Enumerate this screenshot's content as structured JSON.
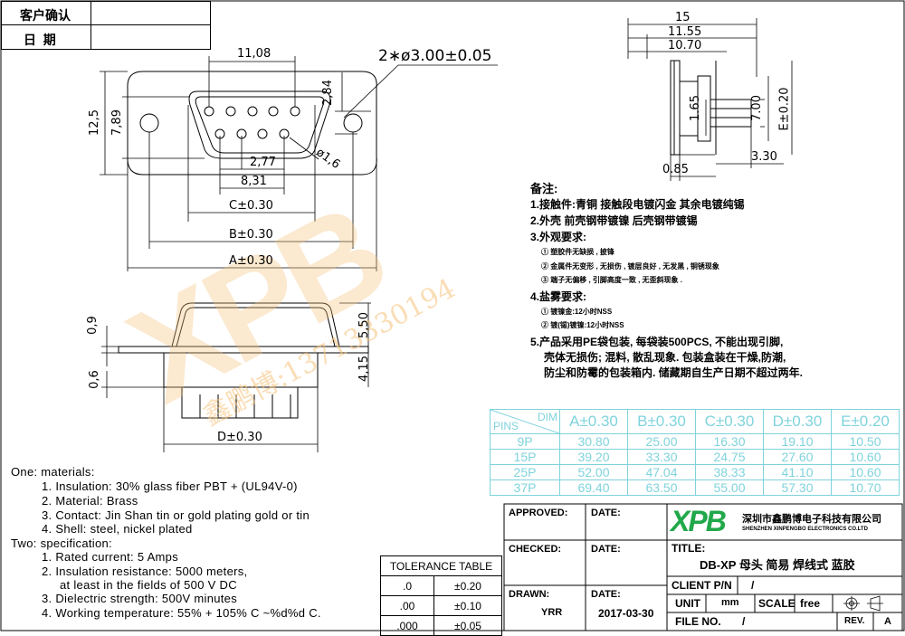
{
  "header_boxes": {
    "customer_confirm": "客户确认",
    "date": "日  期"
  },
  "front_view": {
    "dim_1108": "11,08",
    "dim_hole": "2∗ø3.00±0.05",
    "dim_284": "2,84",
    "dim_125": "12,5",
    "dim_789": "7,89",
    "dim_277": "2,77",
    "dim_831": "8,31",
    "dim_c": "C±0.30",
    "dim_b": "B±0.30",
    "dim_a": "A±0.30",
    "dim_pin": "ø1,6"
  },
  "side_view": {
    "dim_15": "15",
    "dim_1155": "11.55",
    "dim_1070": "10.70",
    "dim_165": "1.65",
    "dim_700": "7.00",
    "dim_e": "E±0.20",
    "dim_085": "0.85",
    "dim_330": "3.30"
  },
  "bottom_view": {
    "dim_09": "0,9",
    "dim_06": "0,6",
    "dim_550": "5,50",
    "dim_415": "4,15",
    "dim_d": "D±0.30"
  },
  "notes": {
    "title": "备注:",
    "n1": "1.接触件:青铜 接触段电镀闪金 其余电镀纯锡",
    "n2": "2.外壳  前壳钢带镀镍  后壳钢带镀锡",
    "n3": "3.外观要求:",
    "n3a": "① 塑胶件无缺损 , 披锋",
    "n3b": "② 金属件无变形 , 无损伤 , 镀层良好 , 无发黑 , 铜锈现象",
    "n3c": "③ 端子无偏移 , 引脚高度一致 , 无歪斜现象 .",
    "n4": "4.盐雾要求:",
    "n4a": "① 镀镍金:12小时NSS",
    "n4b": "② 镀(锡)镀镍:12小时NSS",
    "n5a": "5.产品采用PE袋包装, 每袋装500PCS, 不能出现引脚,",
    "n5b": "壳体无损伤; 混料, 散乱现象. 包装盒装在干燥,防潮,",
    "n5c": "防尘和防霉的包装箱内. 储藏期自生产日期不超过两年."
  },
  "pin_table": {
    "corner_dim": "DIM",
    "corner_pins": "PINS",
    "headers": [
      "A±0.30",
      "B±0.30",
      "C±0.30",
      "D±0.30",
      "E±0.20"
    ],
    "rows": [
      {
        "pins": "9P",
        "vals": [
          "30.80",
          "25.00",
          "16.30",
          "19.10",
          "10.50"
        ]
      },
      {
        "pins": "15P",
        "vals": [
          "39.20",
          "33.30",
          "24.75",
          "27.60",
          "10.60"
        ]
      },
      {
        "pins": "25P",
        "vals": [
          "52.00",
          "47.04",
          "38.33",
          "41.10",
          "10.60"
        ]
      },
      {
        "pins": "37P",
        "vals": [
          "69.40",
          "63.50",
          "55.00",
          "57.30",
          "10.70"
        ]
      }
    ]
  },
  "specs": [
    "One: materials:",
    "1. Insulation: 30% glass fiber PBT + (UL94V-0)",
    "2. Material: Brass",
    "3. Contact: Jin Shan tin or gold plating gold or tin",
    "4. Shell: steel, nickel plated",
    "Two: specification:",
    "1. Rated current: 5 Amps",
    "2. Insulation resistance: 5000 meters,",
    "at least in the fields of 500 V DC",
    "3. Dielectric strength: 500V minutes",
    "4. Working temperature: 55% + 105% C ~%d%d C."
  ],
  "tolerance": {
    "title": "TOLERANCE TABLE",
    "rows": [
      [
        ".0",
        "±0.20"
      ],
      [
        ".00",
        "±0.10"
      ],
      [
        ".000",
        "±0.05"
      ]
    ]
  },
  "title_block": {
    "approved": "APPROVED:",
    "checked": "CHECKED:",
    "drawn": "DRAWN:",
    "date1": "DATE:",
    "date2": "DATE:",
    "date3": "DATE:",
    "drawn_by": "YRR",
    "drawn_date": "2017-03-30",
    "logo": "XPB",
    "company_cn": "深圳市鑫鹏博电子科技有限公司",
    "company_en": "SHENZHEN XINPENGBO ELECTRONICS CO.LTD",
    "title_label": "TITLE:",
    "title_value": "DB-XP 母头 简易 焊线式 蓝胶",
    "client_label": "CLIENT P/N",
    "client_value": "/",
    "unit_label": "UNIT",
    "unit_value": "mm",
    "scale_label": "SCALE",
    "scale_value": "free",
    "file_label": "FILE NO.",
    "file_value": "/",
    "rev_label": "REV.",
    "rev_value": "A"
  },
  "watermark": {
    "logo": "XPB",
    "text": "鑫鹏博:13713330194"
  },
  "colors": {
    "table_cyan": "#7fd3dc",
    "watermark_orange": "#f6c37b",
    "logo_green": "#20a84a"
  }
}
